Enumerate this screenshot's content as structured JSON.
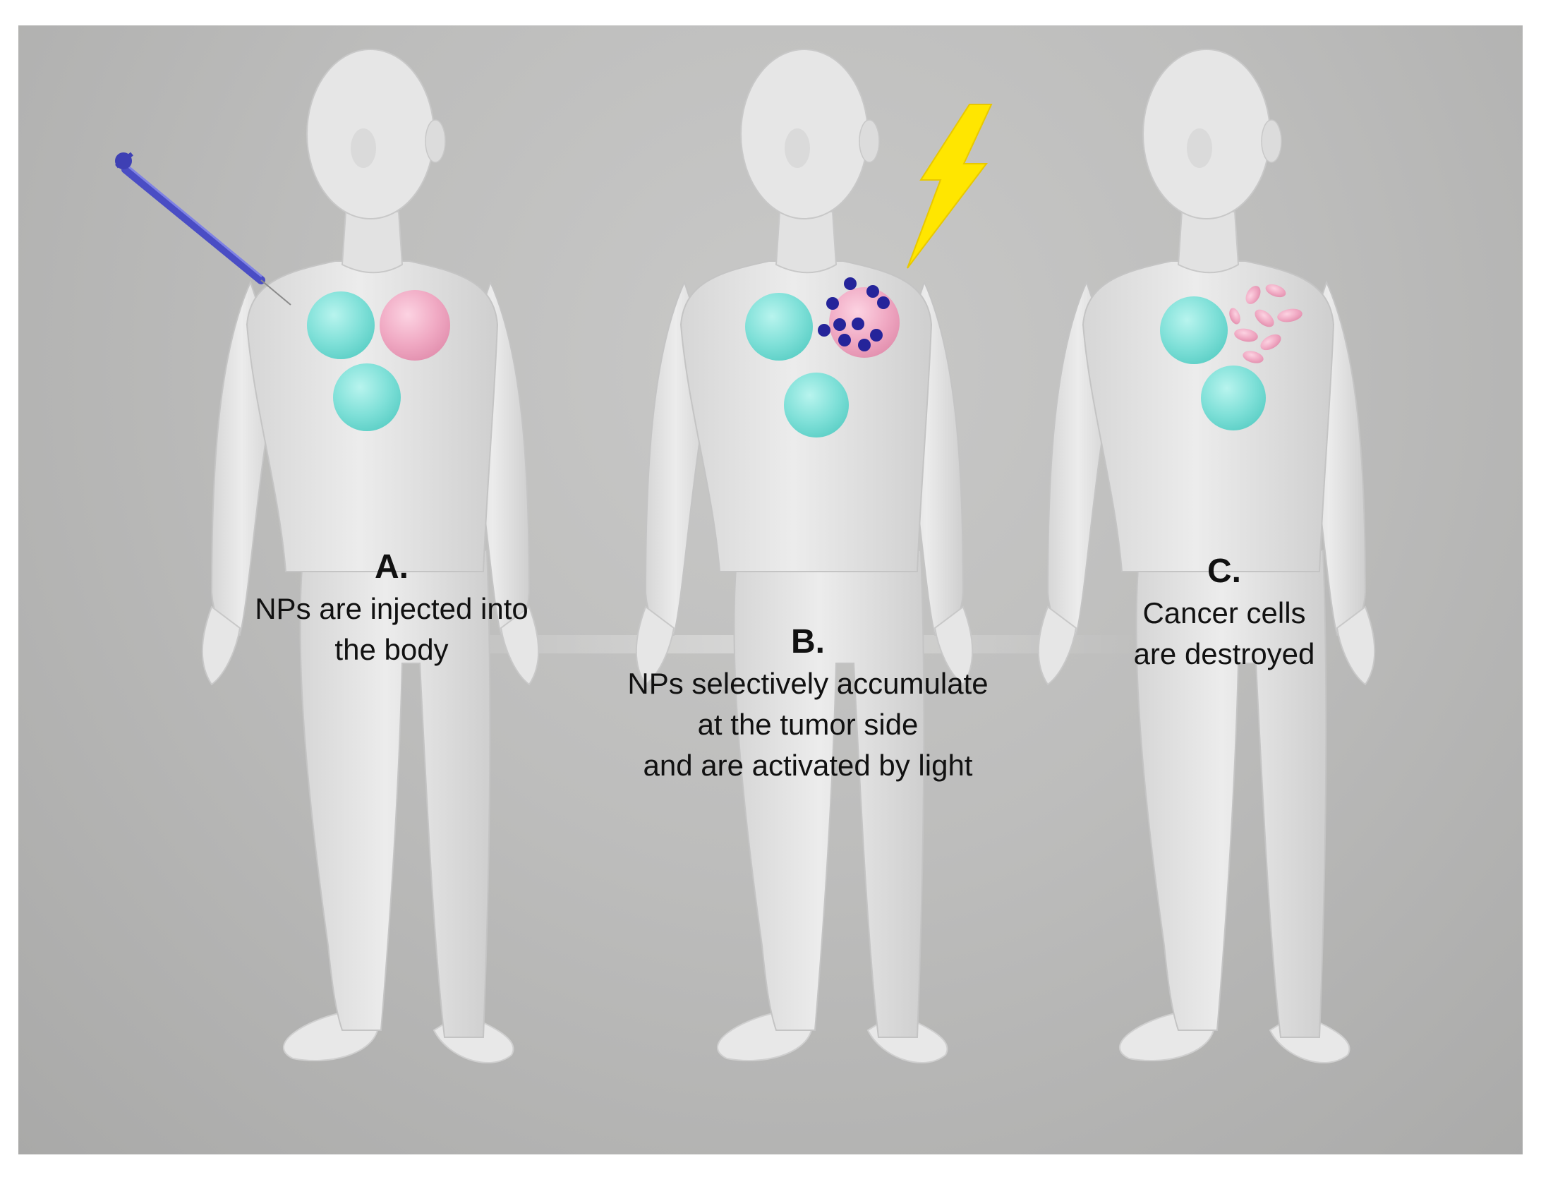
{
  "panels": [
    {
      "letter": "A.",
      "lines": [
        "NPs are injected into",
        "the body"
      ]
    },
    {
      "letter": "B.",
      "lines": [
        "NPs selectively accumulate",
        "at the tumor side",
        "and are activated by light"
      ]
    },
    {
      "letter": "C.",
      "lines": [
        "Cancer cells",
        "are destroyed"
      ]
    }
  ],
  "colors": {
    "healthy_cell": "#7fe0d8",
    "tumor_cell": "#f0a9c3",
    "nanoparticle": "#25249a",
    "syringe": "#4a4dc4",
    "lightning": "#ffe600",
    "figure": "#e4e4e4"
  },
  "icons": [
    "syringe-icon",
    "lightning-icon"
  ]
}
